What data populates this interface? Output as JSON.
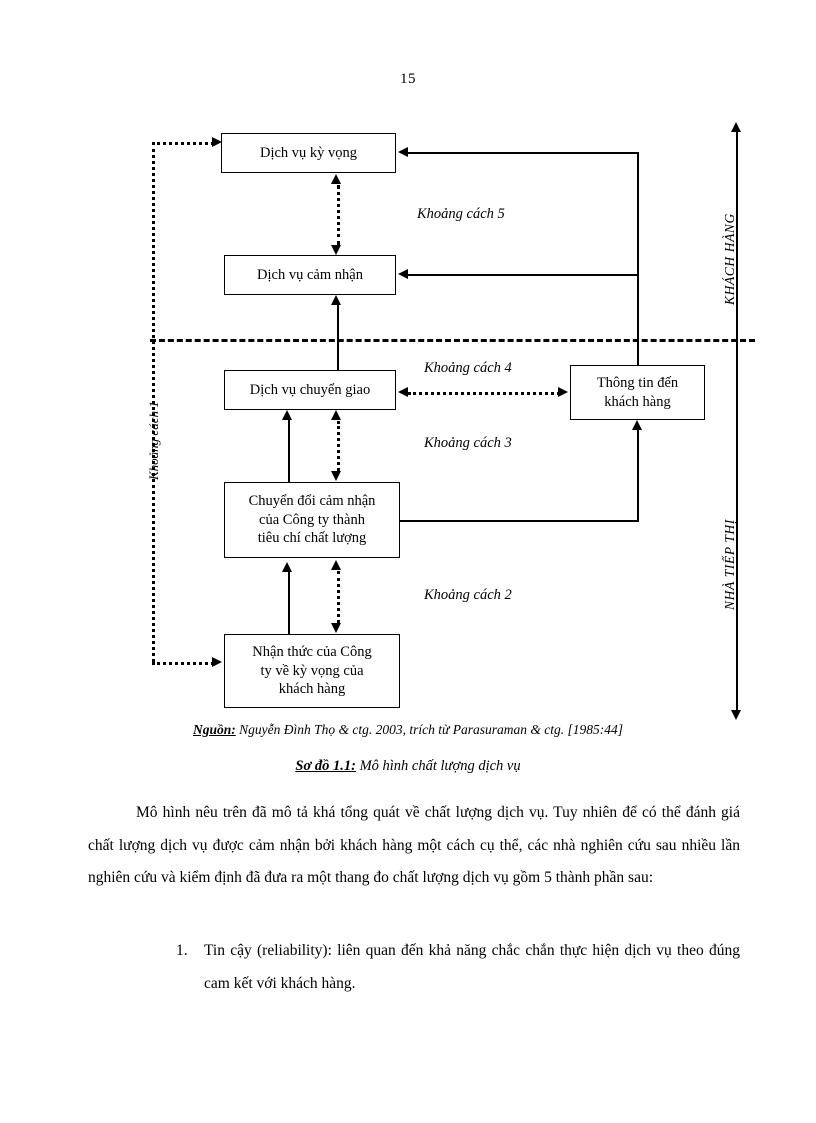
{
  "page": {
    "number": "15"
  },
  "diagram": {
    "boxes": {
      "expected_service": "Dịch vụ kỳ vọng",
      "perceived_service": "Dịch vụ cảm nhận",
      "delivered_service": "Dịch vụ chuyển giao",
      "external_communication_l1": "Thông tin đến",
      "external_communication_l2": "khách hàng",
      "translation_l1": "Chuyển đổi cảm nhận",
      "translation_l2": "của Công ty thành",
      "translation_l3": "tiêu chí chất lượng",
      "perceptions_l1": "Nhận thức của Công",
      "perceptions_l2": "ty về kỳ vọng của",
      "perceptions_l3": "khách hàng"
    },
    "gaps": {
      "gap1": "Khoảng cách 1",
      "gap2": "Khoảng cách 2",
      "gap3": "Khoảng cách 3",
      "gap4": "Khoảng cách 4",
      "gap5": "Khoảng cách 5"
    },
    "side_labels": {
      "customer": "KHÁCH HÀNG",
      "marketer": "NHÀ TIẾP THỊ"
    }
  },
  "source": {
    "label": "Nguồn:",
    "text": " Nguyễn Đình Thọ & ctg. 2003, trích từ Parasuraman & ctg. [1985:44]"
  },
  "caption": {
    "label": "Sơ đồ 1.1:",
    "text": " Mô hình chất lượng dịch vụ"
  },
  "body": {
    "paragraph": "Mô hình nêu trên đã mô tả khá tổng quát về chất lượng dịch vụ. Tuy nhiên để có thể đánh giá chất lượng dịch vụ được cảm nhận bởi khách hàng một cách cụ thể, các nhà nghiên cứu sau nhiều lần nghiên cứu và kiểm định đã đưa ra một thang đo chất lượng dịch vụ gồm 5 thành phần sau:"
  },
  "list": [
    {
      "number": "1.",
      "text": "Tin cậy (reliability): liên quan đến khả năng chắc chắn thực hiện dịch vụ theo đúng cam kết với khách hàng."
    }
  ]
}
